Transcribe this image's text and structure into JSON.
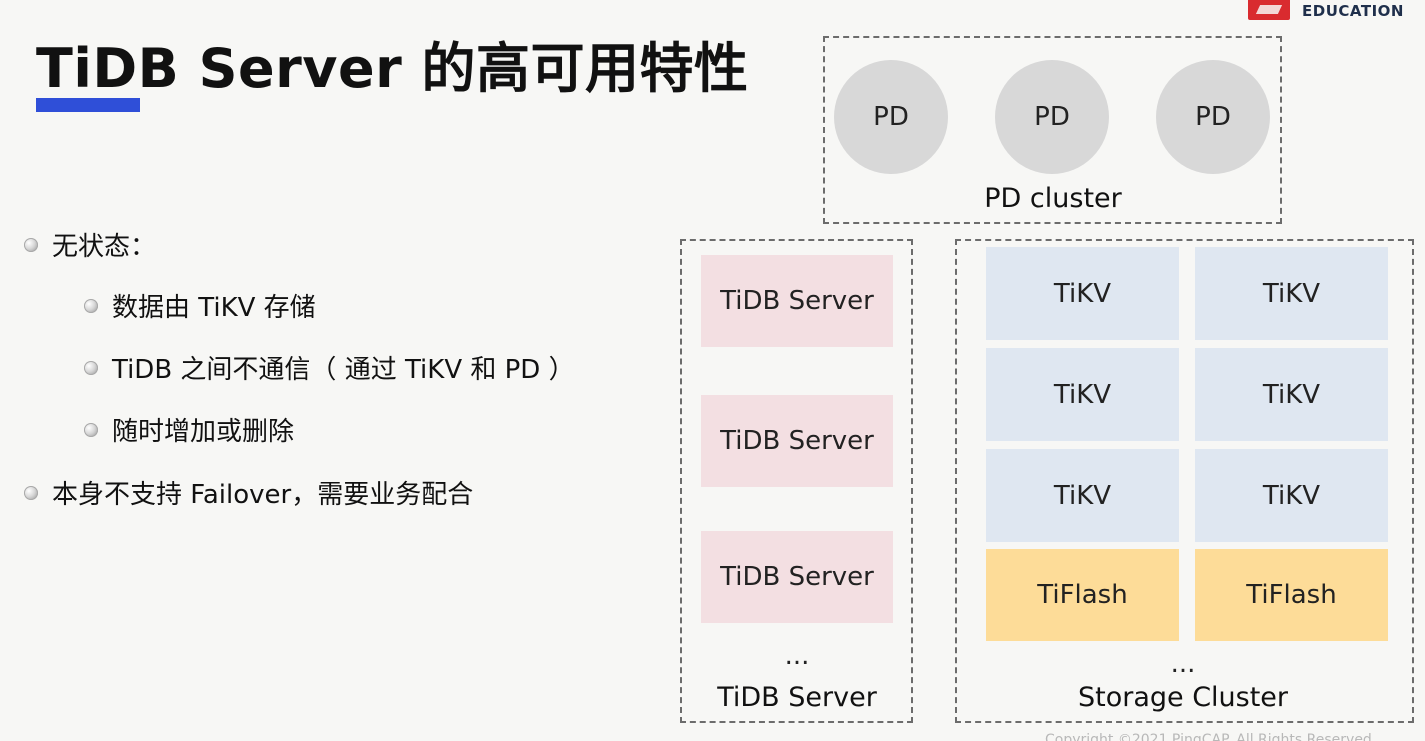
{
  "logo": {
    "text": "EDUCATION"
  },
  "slide": {
    "title": "TiDB Server 的高可用特性",
    "bullets": [
      {
        "text": "无状态：",
        "level": 1
      },
      {
        "text": "数据由 TiKV 存储",
        "level": 2
      },
      {
        "text": "TiDB 之间不通信（ 通过 TiKV 和 PD ）",
        "level": 2
      },
      {
        "text": "随时增加或删除",
        "level": 2
      },
      {
        "text": "本身不支持 Failover，需要业务配合",
        "level": 1
      }
    ],
    "copyright": "Copyright ©2021 PingCAP. All Rights Reserved."
  },
  "diagram": {
    "pd_cluster": {
      "label": "PD cluster",
      "nodes": [
        "PD",
        "PD",
        "PD"
      ]
    },
    "tidb_cluster": {
      "label": "TiDB Server",
      "nodes": [
        "TiDB Server",
        "TiDB Server",
        "TiDB Server"
      ],
      "more": "..."
    },
    "storage_cluster": {
      "label": "Storage Cluster",
      "tikv": [
        "TiKV",
        "TiKV",
        "TiKV",
        "TiKV",
        "TiKV",
        "TiKV"
      ],
      "tiflash": [
        "TiFlash",
        "TiFlash"
      ],
      "more": "..."
    }
  },
  "colors": {
    "accent_bar": "#2f4fd8",
    "pd_node": "#d8d8d8",
    "tidb_server": "#f3dfe2",
    "tikv": "#dfe7f1",
    "tiflash": "#fddc98",
    "logo_red": "#d92b2f"
  }
}
